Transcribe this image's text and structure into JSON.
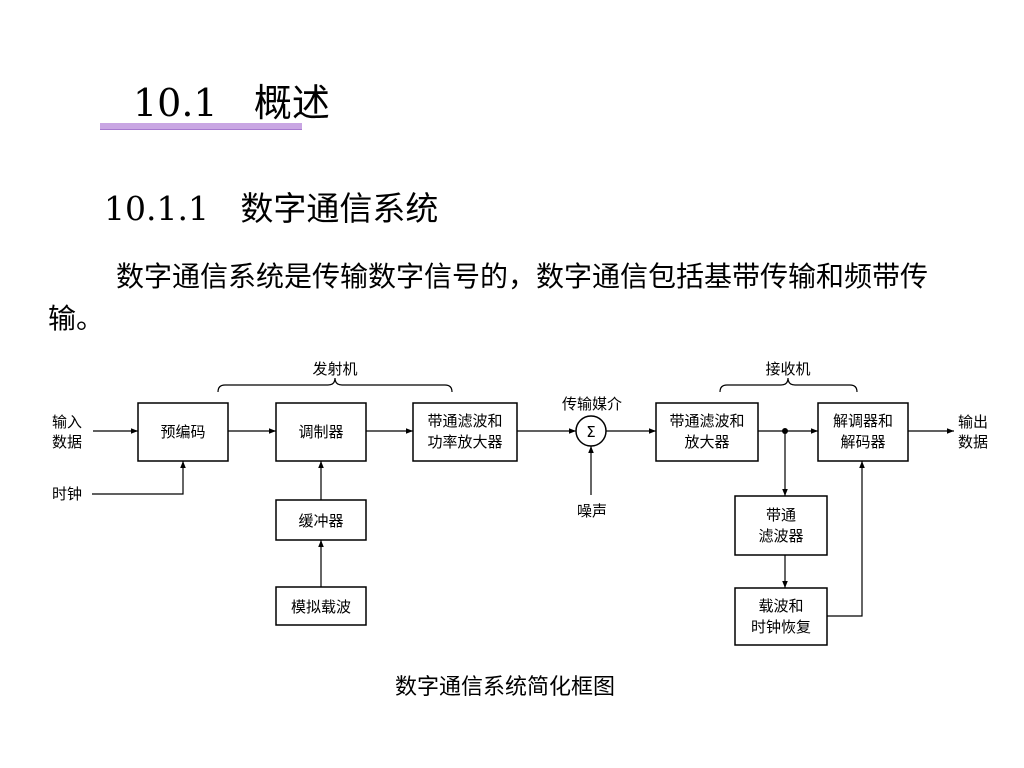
{
  "page": {
    "title": "10.1   概述",
    "subtitle": "10.1.1   数字通信系统",
    "paragraph": "数字通信系统是传输数字信号的，数字通信包括基带传输和频带传输。",
    "caption": "数字通信系统简化框图"
  },
  "diagram": {
    "groups": {
      "transmitter": "发射机",
      "receiver": "接收机"
    },
    "medium": "传输媒介",
    "summer_symbol": "Σ",
    "noise": "噪声",
    "inputs": {
      "data_line1": "输入",
      "data_line2": "数据",
      "clock": "时钟"
    },
    "outputs": {
      "data_line1": "输出",
      "data_line2": "数据"
    },
    "blocks": {
      "precoder": "预编码",
      "modulator": "调制器",
      "tx_filter_line1": "带通滤波和",
      "tx_filter_line2": "功率放大器",
      "buffer": "缓冲器",
      "analog_carrier": "模拟载波",
      "rx_filter_line1": "带通滤波和",
      "rx_filter_line2": "放大器",
      "demod_line1": "解调器和",
      "demod_line2": "解码器",
      "bp_filter_line1": "带通",
      "bp_filter_line2": "滤波器",
      "recovery_line1": "载波和",
      "recovery_line2": "时钟恢复"
    }
  },
  "colors": {
    "title_underline": "#c9a6e3"
  }
}
